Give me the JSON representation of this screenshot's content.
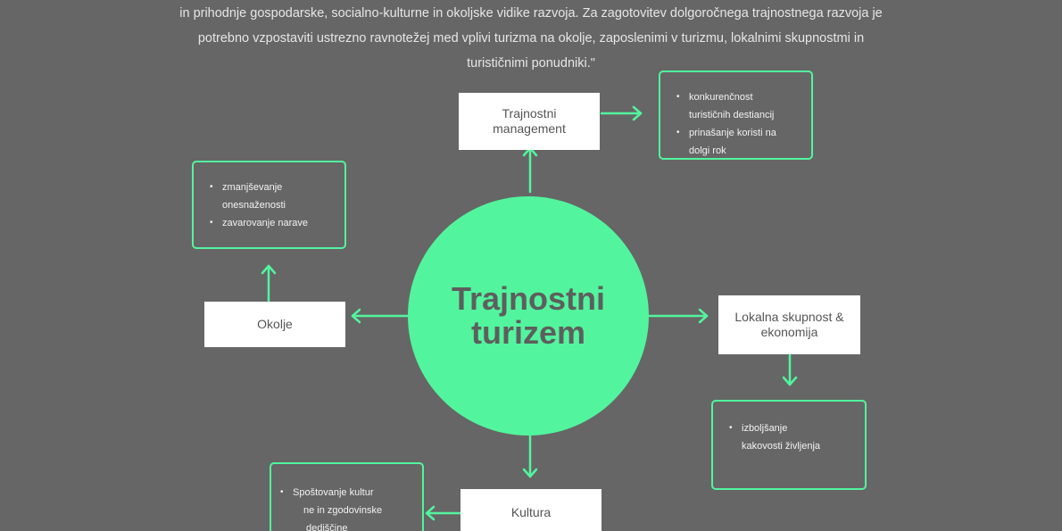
{
  "intro_lines": [
    "in prihodnje gospodarske, socialno-kulturne in okoljske vidike razvoja. Za zagotovitev dolgoročnega trajnostnega razvoja je",
    "potrebno vzpostaviti ustrezno ravnotežej med vplivi turizma na okolje, zaposlenimi v turizmu, lokalnimi skupnostmi in",
    "turističnimi ponudniki.\""
  ],
  "center": {
    "line1": "Trajnostni",
    "line2": "turizem"
  },
  "nodes": {
    "management": {
      "line1": "Trajnostni",
      "line2": "management"
    },
    "okolje": {
      "label": "Okolje"
    },
    "lokalna": {
      "line1": "Lokalna skupnost &",
      "line2": "ekonomija"
    },
    "kultura": {
      "label": "Kultura"
    }
  },
  "infoboxes": {
    "management": {
      "items": [
        {
          "line1": "konkurenčnost",
          "line2": "turističnih destiancij"
        },
        {
          "line1": "prinašanje koristi na",
          "line2": "dolgi rok"
        }
      ]
    },
    "okolje": {
      "items": [
        {
          "line1": "zmanjševanje",
          "line2": "onesnaženosti"
        },
        {
          "line1": "zavarovanje narave",
          "line2": ""
        }
      ]
    },
    "lokalna": {
      "items": [
        {
          "line1": "izboljšanje",
          "line2": "kakovosti življenja"
        }
      ]
    },
    "kultura": {
      "items": [
        {
          "line1": "Spoštovanje kultur",
          "line2": "ne in zgodovinske",
          "line3": "dediščine"
        }
      ]
    }
  },
  "colors": {
    "background": "#666666",
    "accent_green": "#52f59d",
    "node_fill": "#ffffff",
    "center_text": "#5e5e5e"
  }
}
